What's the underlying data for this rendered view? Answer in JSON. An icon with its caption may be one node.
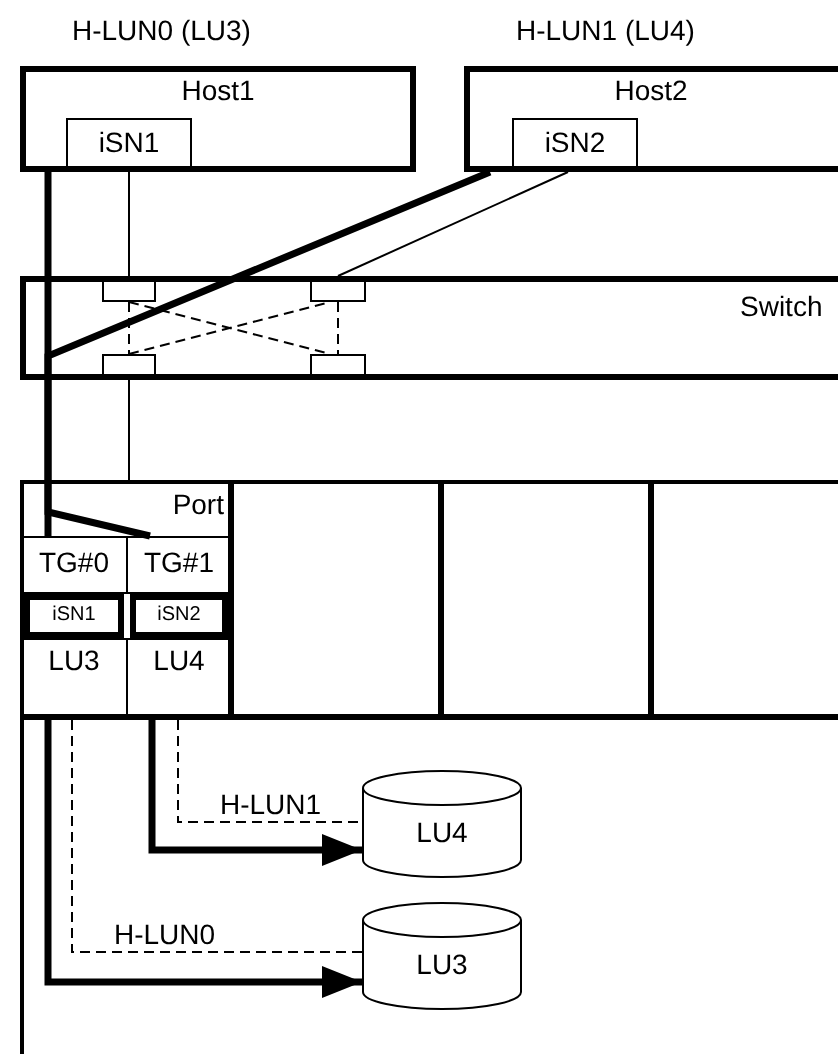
{
  "diagram": {
    "nodes": [
      {
        "text": [
          "Host1"
        ],
        "beside": [
          "H-LUN0 (LU3)"
        ]
      },
      {
        "text": [
          "iSN1"
        ],
        "in": 0
      },
      {
        "text": [
          "Host2"
        ],
        "beside": [
          "H-LUN1 (LU4)"
        ]
      },
      {
        "text": [
          "iSN2"
        ],
        "in": 2
      },
      {
        "text": [
          "Switch"
        ]
      },
      {
        "text": [],
        "shape": "box",
        "in": 4
      },
      {
        "text": [],
        "shape": "box",
        "in": 4
      },
      {
        "text": [],
        "shape": "box",
        "in": 4
      },
      {
        "text": [],
        "shape": "box",
        "in": 4
      },
      {
        "text": [],
        "shape": "box"
      },
      {
        "text": [
          "Port"
        ],
        "in": 9
      },
      {
        "text": [
          "TG#0"
        ],
        "in": 10
      },
      {
        "text": [
          "TG#1"
        ],
        "in": 10
      },
      {
        "text": [
          "iSN1"
        ],
        "in": 10
      },
      {
        "text": [
          "iSN2"
        ],
        "in": 10
      },
      {
        "text": [
          "LU3"
        ],
        "in": 10
      },
      {
        "text": [
          "LU4"
        ],
        "in": 10
      },
      {
        "text": [],
        "shape": "box",
        "in": 9
      },
      {
        "text": [],
        "shape": "box",
        "in": 9
      },
      {
        "text": [],
        "shape": "box",
        "in": 9
      },
      {
        "text": [
          "LU4"
        ],
        "in": 9
      },
      {
        "text": [
          "LU3"
        ],
        "in": 9
      }
    ],
    "edges": [
      {
        "from": 1,
        "to": 5,
        "arrow": "none"
      },
      {
        "from": 3,
        "to": 6,
        "arrow": "none"
      },
      {
        "from": 5,
        "to": 7,
        "arrow": "none",
        "style": "dashed"
      },
      {
        "from": 6,
        "to": 8,
        "arrow": "none",
        "style": "dashed"
      },
      {
        "from": 5,
        "to": 8,
        "arrow": "none",
        "style": "dashed"
      },
      {
        "from": 7,
        "to": 6,
        "arrow": "none",
        "style": "dashed"
      },
      {
        "from": 7,
        "to": 10,
        "arrow": "none"
      },
      {
        "from": 0,
        "to": 11,
        "arrow": "none",
        "style": "thick"
      },
      {
        "from": 2,
        "to": 12,
        "arrow": "none",
        "style": "thick"
      },
      {
        "from": 15,
        "to": 21,
        "arrow": "none",
        "style": "dashed",
        "label": "H-LUN0"
      },
      {
        "from": 16,
        "to": 20,
        "arrow": "none",
        "style": "dashed",
        "label": "H-LUN1"
      },
      {
        "from": 15,
        "to": 21,
        "arrow": "to",
        "style": "thick"
      },
      {
        "from": 16,
        "to": 20,
        "arrow": "to",
        "style": "thick"
      }
    ]
  }
}
